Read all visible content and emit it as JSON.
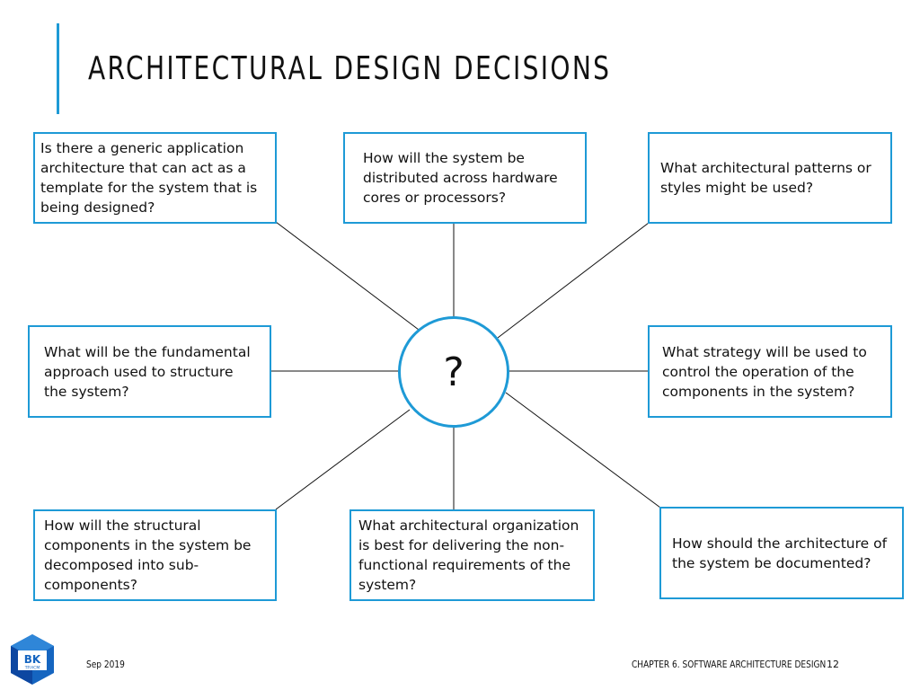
{
  "slide": {
    "title": "ARCHITECTURAL DESIGN DECISIONS",
    "accent_color": "#1e9ad6"
  },
  "diagram": {
    "hub_label": "?",
    "questions": [
      "Is there a generic application architecture that can act as a template for the system that is being designed?",
      "How will the system be distributed across hardware cores or processors?",
      "What architectural patterns or styles might be used?",
      "What will be the fundamental approach used to structure the system?",
      "What strategy will be used to control the operation of the components in the system?",
      "How will the structural components in the system be decomposed into sub-components?",
      "What architectural organization is best for delivering the non-functional requirements of the system?",
      "How should the architecture of the system be documented?"
    ]
  },
  "logo": {
    "text": "BK",
    "subtext": "TP.HCM",
    "color": "#1565c0"
  },
  "footer": {
    "date": "Sep 2019",
    "chapter": "CHAPTER 6. SOFTWARE ARCHITECTURE DESIGN",
    "page_number": "12"
  }
}
